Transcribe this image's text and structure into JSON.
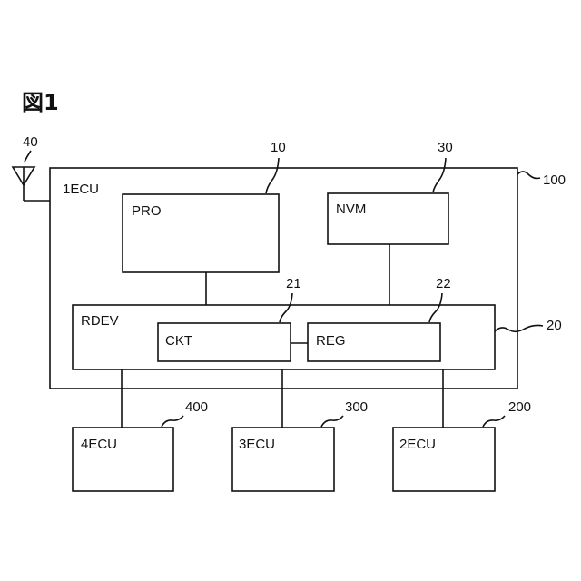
{
  "figure_label": "図1",
  "blocks": {
    "ecu1": "1ECU",
    "pro": "PRO",
    "nvm": "NVM",
    "rdev": "RDEV",
    "ckt": "CKT",
    "reg": "REG",
    "ecu4": "4ECU",
    "ecu3": "3ECU",
    "ecu2": "2ECU"
  },
  "refs": {
    "antenna": "40",
    "pro": "10",
    "nvm": "30",
    "ecu1": "100",
    "ckt": "21",
    "reg": "22",
    "rdev": "20",
    "ecu4": "400",
    "ecu3": "300",
    "ecu2": "200"
  }
}
